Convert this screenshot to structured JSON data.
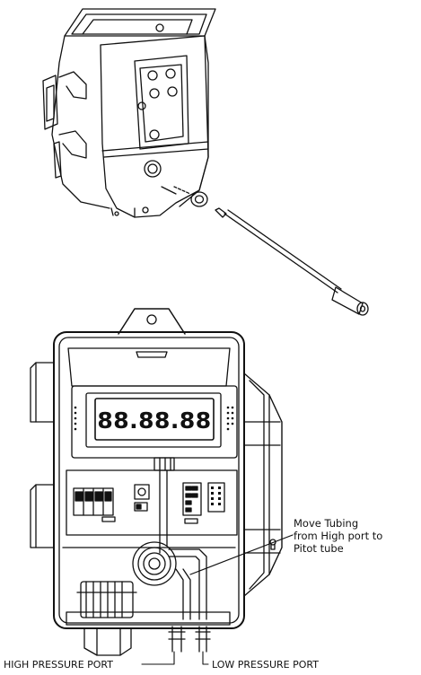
{
  "display": {
    "readout": "88.88.88"
  },
  "callout": {
    "line1": "Move Tubing",
    "line2": "from High port to",
    "line3": "Pitot tube"
  },
  "ports": {
    "high": "HIGH PRESSURE PORT",
    "low": "LOW PRESSURE PORT"
  },
  "colors": {
    "stroke": "#111111",
    "background": "#ffffff"
  }
}
